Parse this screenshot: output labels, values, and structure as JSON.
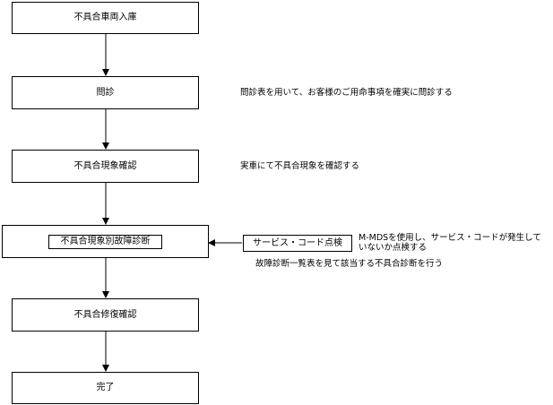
{
  "flow": {
    "step1": "不具合車両入庫",
    "step2": "問診",
    "step3": "不具合現象確認",
    "step4": "不具合現象別故障診断",
    "step5": "不具合修復確認",
    "step6": "完了"
  },
  "side": {
    "service_code_check": "サービス・コード点検"
  },
  "notes": {
    "interview": "問診表を用いて、お客様のご用命事項を確実に問診する",
    "confirm": "実車にて不具合現象を確認する",
    "mds_line1": "M-MDSを使用し、サービス・コードが発生して",
    "mds_line2": "いないか点検する",
    "diagnosis": "故障診断一覧表を見て該当する不具合診断を行う"
  }
}
